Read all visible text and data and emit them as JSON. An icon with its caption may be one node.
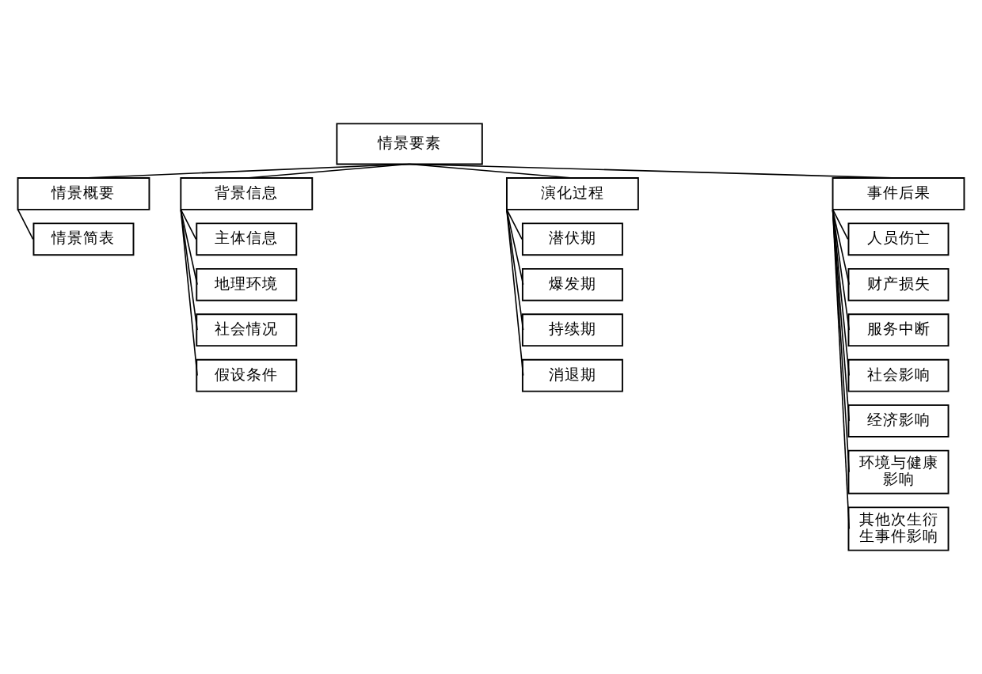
{
  "diagram": {
    "nodes": [
      {
        "text": [
          "情景要素"
        ]
      },
      {
        "text": [
          "情景概要"
        ]
      },
      {
        "text": [
          "背景信息"
        ]
      },
      {
        "text": [
          "演化过程"
        ]
      },
      {
        "text": [
          "事件后果"
        ]
      },
      {
        "text": [
          "情景简表"
        ]
      },
      {
        "text": [
          "主体信息"
        ]
      },
      {
        "text": [
          "地理环境"
        ]
      },
      {
        "text": [
          "社会情况"
        ]
      },
      {
        "text": [
          "假设条件"
        ]
      },
      {
        "text": [
          "潜伏期"
        ]
      },
      {
        "text": [
          "爆发期"
        ]
      },
      {
        "text": [
          "持续期"
        ]
      },
      {
        "text": [
          "消退期"
        ]
      },
      {
        "text": [
          "人员伤亡"
        ]
      },
      {
        "text": [
          "财产损失"
        ]
      },
      {
        "text": [
          "服务中断"
        ]
      },
      {
        "text": [
          "社会影响"
        ]
      },
      {
        "text": [
          "经济影响"
        ]
      },
      {
        "text": [
          "环境与健康影响"
        ]
      },
      {
        "text": [
          "其他次生衍生事件影响"
        ]
      }
    ],
    "edges": [
      {
        "from": 0,
        "to": 1,
        "arrow": "none"
      },
      {
        "from": 0,
        "to": 2,
        "arrow": "none"
      },
      {
        "from": 0,
        "to": 3,
        "arrow": "none"
      },
      {
        "from": 0,
        "to": 4,
        "arrow": "none"
      },
      {
        "from": 1,
        "to": 5,
        "arrow": "none"
      },
      {
        "from": 2,
        "to": 6,
        "arrow": "none"
      },
      {
        "from": 2,
        "to": 7,
        "arrow": "none"
      },
      {
        "from": 2,
        "to": 8,
        "arrow": "none"
      },
      {
        "from": 2,
        "to": 9,
        "arrow": "none"
      },
      {
        "from": 3,
        "to": 10,
        "arrow": "none"
      },
      {
        "from": 3,
        "to": 11,
        "arrow": "none"
      },
      {
        "from": 3,
        "to": 12,
        "arrow": "none"
      },
      {
        "from": 3,
        "to": 13,
        "arrow": "none"
      },
      {
        "from": 4,
        "to": 14,
        "arrow": "none"
      },
      {
        "from": 4,
        "to": 15,
        "arrow": "none"
      },
      {
        "from": 4,
        "to": 16,
        "arrow": "none"
      },
      {
        "from": 4,
        "to": 17,
        "arrow": "none"
      },
      {
        "from": 4,
        "to": 18,
        "arrow": "none"
      },
      {
        "from": 4,
        "to": 19,
        "arrow": "none"
      },
      {
        "from": 4,
        "to": 20,
        "arrow": "none"
      }
    ]
  }
}
